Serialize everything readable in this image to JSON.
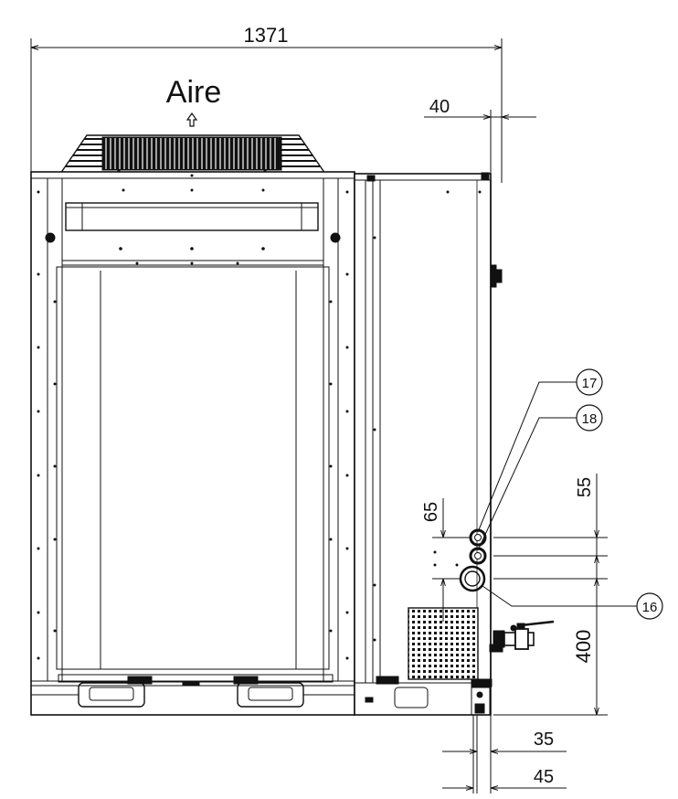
{
  "labels": {
    "airflow": "Aire"
  },
  "dimensions": {
    "overall_width": "1371",
    "top_offset": "40",
    "upper_spacing": "55",
    "left_spacing": "65",
    "lower_height": "400",
    "bottom_small": "35",
    "bottom_large": "45"
  },
  "callouts": {
    "c17": "17",
    "c18": "18",
    "c16": "16"
  }
}
